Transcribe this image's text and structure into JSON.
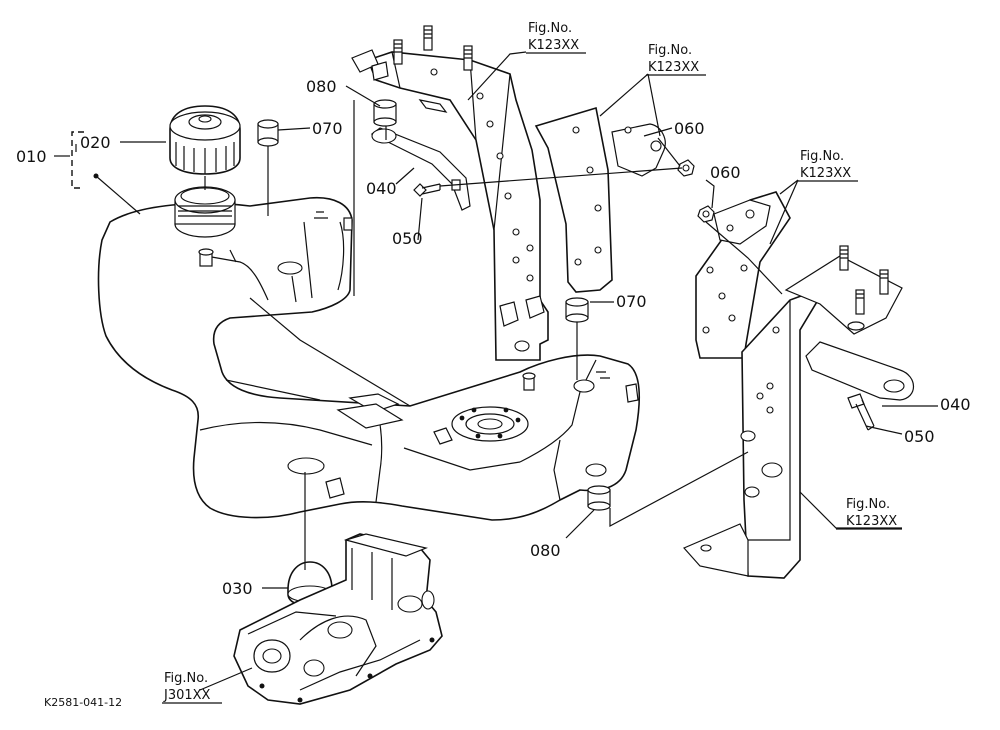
{
  "diagram": {
    "drawing_code": "K2581-041-12",
    "parts": [
      {
        "id": "p010",
        "number": "010"
      },
      {
        "id": "p020",
        "number": "020"
      },
      {
        "id": "p030",
        "number": "030"
      },
      {
        "id": "p040a",
        "number": "040"
      },
      {
        "id": "p040b",
        "number": "040"
      },
      {
        "id": "p050a",
        "number": "050"
      },
      {
        "id": "p050b",
        "number": "050"
      },
      {
        "id": "p060a",
        "number": "060"
      },
      {
        "id": "p060b",
        "number": "060"
      },
      {
        "id": "p070a",
        "number": "070"
      },
      {
        "id": "p070b",
        "number": "070"
      },
      {
        "id": "p080a",
        "number": "080"
      },
      {
        "id": "p080b",
        "number": "080"
      }
    ],
    "figure_refs": [
      {
        "id": "ref1",
        "title": "Fig.No.",
        "code": "K123XX"
      },
      {
        "id": "ref2",
        "title": "Fig.No.",
        "code": "K123XX"
      },
      {
        "id": "ref3",
        "title": "Fig.No.",
        "code": "K123XX"
      },
      {
        "id": "ref4",
        "title": "Fig.No.",
        "code": "K123XX"
      },
      {
        "id": "ref5",
        "title": "Fig.No.",
        "code": "J301XX"
      }
    ]
  }
}
